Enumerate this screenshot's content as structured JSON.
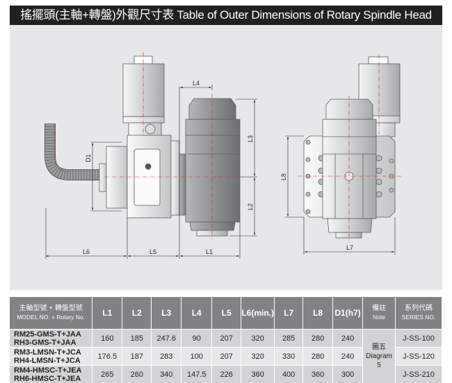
{
  "title": "搖擺頭(主軸+轉盤)外觀尺寸表 Table of Outer Dimensions of Rotary Spindle Head",
  "diagram_labels": {
    "L1": "L1",
    "L2": "L2",
    "L3": "L3",
    "L4": "L4",
    "L5": "L5",
    "L6": "L6",
    "L7": "L7",
    "L8": "L8",
    "D1": "D1"
  },
  "table": {
    "header_model_zh": "主軸型號 + 轉盤型號",
    "header_model_en": "MODEL NO. + Rotary No.",
    "columns": [
      "L1",
      "L2",
      "L3",
      "L4",
      "L5",
      "L6(min.)",
      "L7",
      "L8",
      "D1(h7)"
    ],
    "header_note_zh": "備註",
    "header_note_en": "Note",
    "header_series_zh": "系列代碼",
    "header_series_en": "SERIES NO.",
    "note_zh": "圖五",
    "note_en": "Diagram 5",
    "rows": [
      {
        "model1": "RM25-GMS-T+JAA",
        "model2": "RH3-GMS-T+JAA",
        "values": [
          "160",
          "185",
          "247.6",
          "90",
          "207",
          "320",
          "285",
          "280",
          "240"
        ],
        "series": "J-SS-100"
      },
      {
        "model1": "RM3-LMSN-T+JCA",
        "model2": "RH4-LMSN-T+JCA",
        "values": [
          "176.5",
          "187",
          "283",
          "100",
          "207",
          "320",
          "330",
          "280",
          "240"
        ],
        "series": "J-SS-120"
      },
      {
        "model1": "RM4-HMSC-T+JEA",
        "model2": "RH6-HMSC-T+JEA",
        "values": [
          "265",
          "260",
          "340",
          "147.5",
          "226",
          "360",
          "400",
          "360",
          "300"
        ],
        "series": "J-SS-210"
      }
    ]
  }
}
